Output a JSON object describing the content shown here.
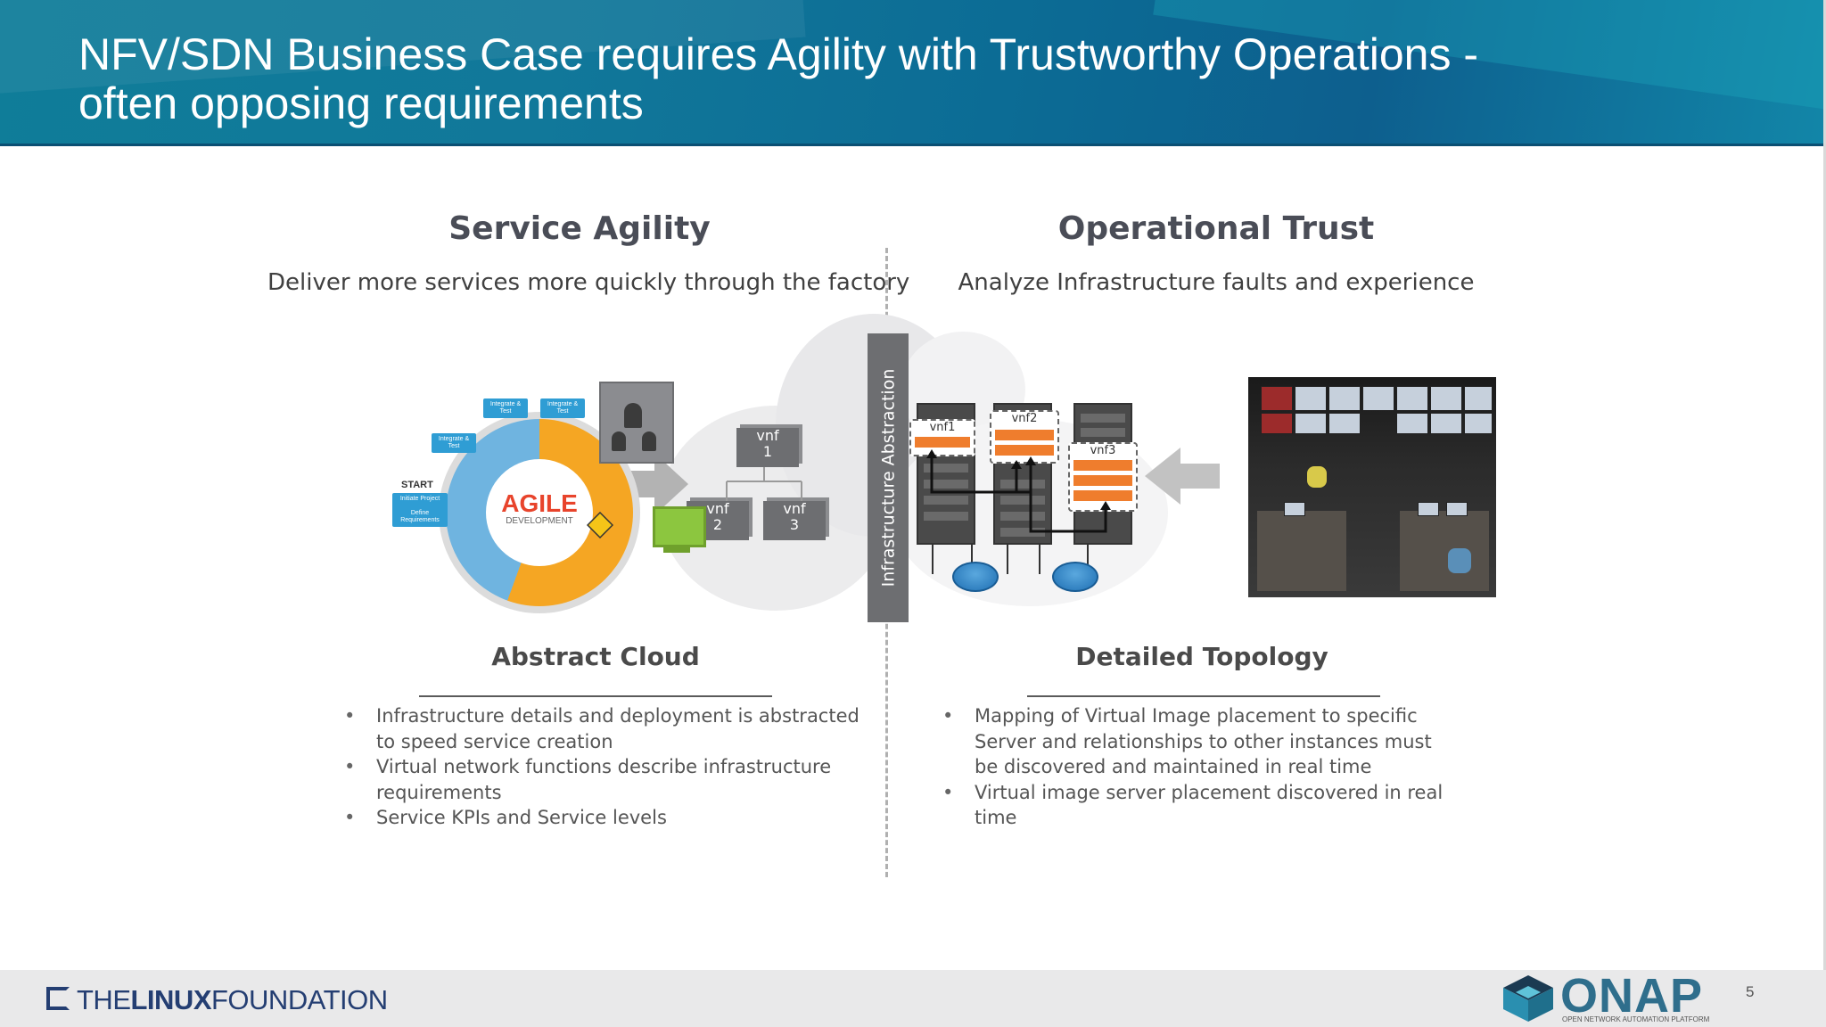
{
  "header": {
    "title_line1": "NFV/SDN Business Case requires Agility with Trustworthy Operations -",
    "title_line2": "often opposing requirements"
  },
  "left": {
    "heading": "Service Agility",
    "subheading": "Deliver more services more quickly through the factory",
    "section_label": "Abstract Cloud",
    "bullets": [
      "Infrastructure details and deployment is abstracted to speed service creation",
      "Virtual network functions describe infrastructure requirements",
      "Service KPIs and Service levels"
    ]
  },
  "right": {
    "heading": "Operational Trust",
    "subheading": "Analyze Infrastructure faults and experience",
    "section_label": "Detailed Topology",
    "bullets": [
      "Mapping of Virtual Image placement to specific Server and relationships to other instances must be discovered and maintained in real time",
      "Virtual image server placement discovered in real time"
    ]
  },
  "diagram": {
    "infra_label": "Infrastructure Abstraction",
    "vnf_boxes": [
      "vnf\n1",
      "vnf\n2",
      "vnf\n3"
    ],
    "rack_vnfs": [
      "vnf1",
      "vnf2",
      "vnf3"
    ],
    "agile": {
      "word": "AGILE",
      "sub": "DEVELOPMENT",
      "start": "START",
      "bubbles": [
        "Integrate & Test",
        "Integrate & Test",
        "Integrate & Test",
        "Initiate Project\n\nDefine Requirements"
      ]
    },
    "colors": {
      "orange": "#ef7d2d",
      "router_blue": "#1f6fb3",
      "bar_grey": "#6d6e71"
    }
  },
  "footer": {
    "linux_pre": "THE",
    "linux_bold": "LINUX",
    "linux_post": "FOUNDATION",
    "onap": "ONAP",
    "onap_tagline": "OPEN NETWORK AUTOMATION PLATFORM",
    "page_number": "5"
  }
}
